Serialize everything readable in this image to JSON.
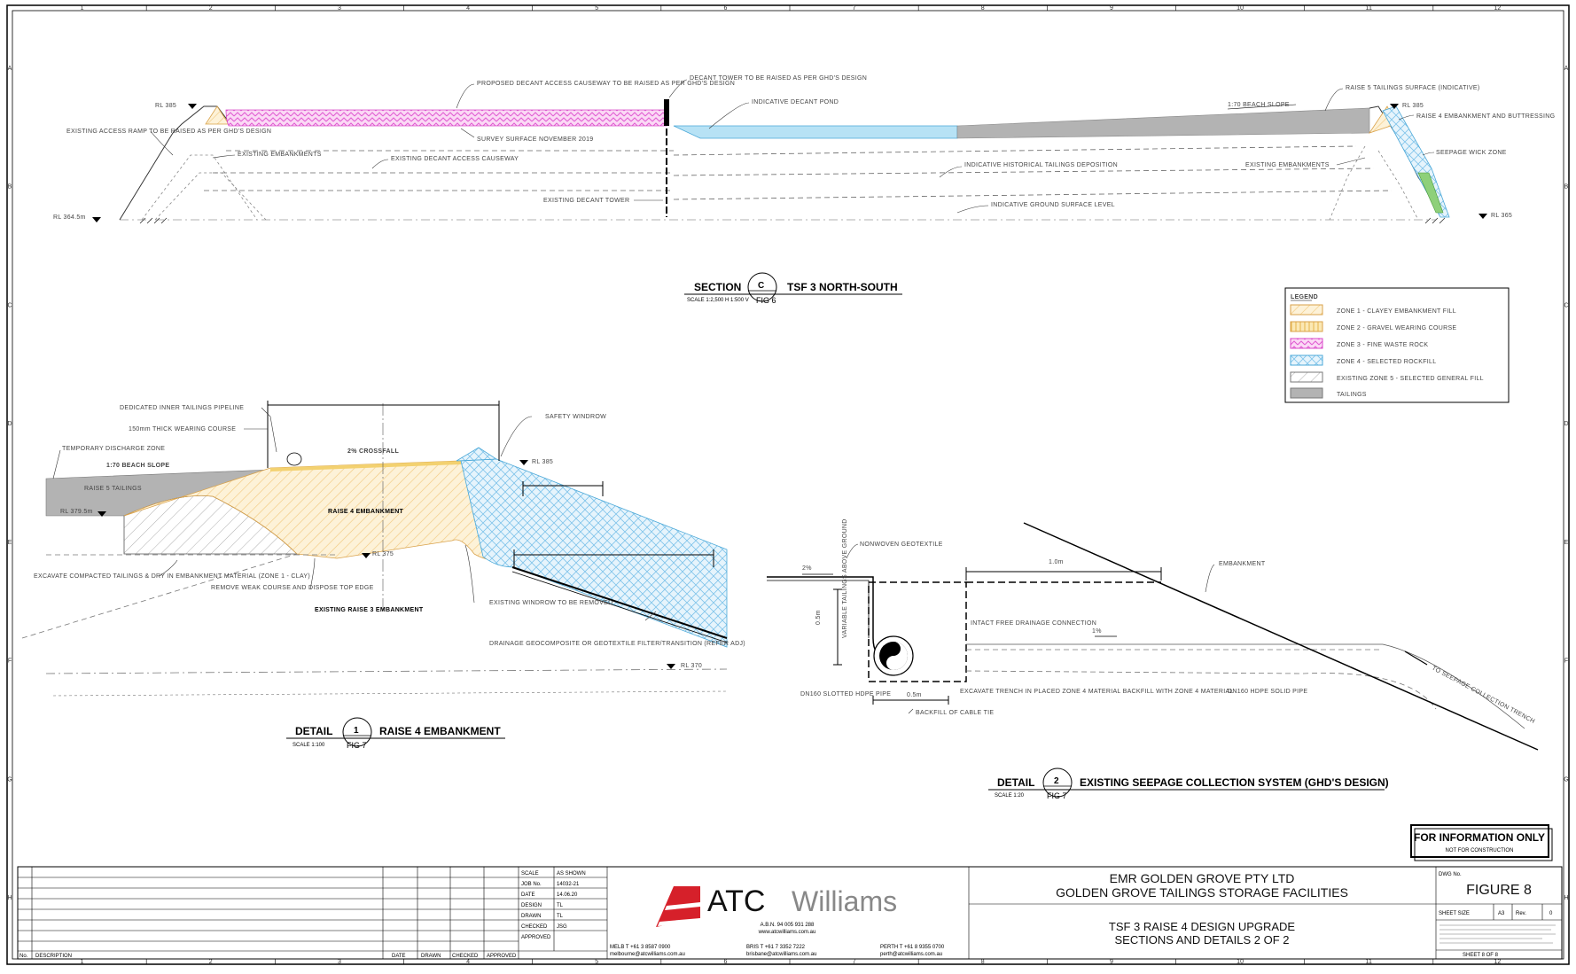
{
  "grid": {
    "cols": [
      "1",
      "2",
      "3",
      "4",
      "5",
      "6",
      "7",
      "8",
      "9",
      "10",
      "11",
      "12"
    ],
    "rows": [
      "A",
      "B",
      "C",
      "D",
      "E",
      "F",
      "G",
      "H"
    ]
  },
  "section_c": {
    "letter": "C",
    "title": "TSF 3 NORTH-SOUTH",
    "scale": "SCALE 1:2,500 H 1:500 V",
    "fig": "FIG 6",
    "rl_left_top": "RL 385",
    "rl_left_bottom": "RL 364.5m",
    "rl_right_top": "RL 385",
    "rl_right_bottom": "RL 365",
    "beach_slope": "1:70 BEACH SLOPE",
    "labels": {
      "decant_causeway": "PROPOSED DECANT ACCESS CAUSEWAY TO BE RAISED AS PER GHD'S DESIGN",
      "decant_tower": "DECANT TOWER TO BE RAISED AS PER GHD'S DESIGN",
      "decant_pond": "INDICATIVE DECANT POND",
      "access_ramp": "EXISTING ACCESS RAMP TO BE RAISED AS PER GHD'S DESIGN",
      "survey": "SURVEY SURFACE NOVEMBER 2019",
      "existing_embankment": "EXISTING EMBANKMENTS",
      "existing_causeway": "EXISTING DECANT ACCESS CAUSEWAY",
      "existing_tower": "EXISTING DECANT TOWER",
      "historical": "INDICATIVE HISTORICAL TAILINGS DEPOSITION",
      "existing_embankments_r": "EXISTING EMBANKMENTS",
      "ground": "INDICATIVE GROUND SURFACE LEVEL",
      "raise5": "RAISE 5 TAILINGS SURFACE (INDICATIVE)",
      "raise4": "RAISE 4 EMBANKMENT AND BUTTRESSING",
      "seepage": "SEEPAGE WICK ZONE"
    }
  },
  "legend": {
    "title": "LEGEND",
    "items": [
      {
        "label": "ZONE 1 - CLAYEY EMBANKMENT FILL",
        "color": "#f5d7a0"
      },
      {
        "label": "ZONE 2 - GRAVEL WEARING COURSE",
        "color": "#f3d170"
      },
      {
        "label": "ZONE 3 - FINE WASTE ROCK",
        "color": "#f07ee0"
      },
      {
        "label": "ZONE 4 - SELECTED ROCKFILL",
        "color": "#a9d8f0"
      },
      {
        "label": "EXISTING ZONE 5 - SELECTED GENERAL FILL",
        "color": "#ffffff"
      },
      {
        "label": "TAILINGS",
        "color": "#b3b3b3"
      }
    ]
  },
  "detail_1": {
    "number": "1",
    "title": "RAISE 4 EMBANKMENT",
    "scale": "SCALE 1:100",
    "fig": "FIG 7",
    "raise4_label": "RAISE 4 EMBANKMENT",
    "existing_label": "EXISTING RAISE 3 EMBANKMENT",
    "rl_top": "RL 385",
    "rl_mid": "RL 379.5m",
    "rl_low": "RL 375",
    "rl_base": "RL 370",
    "crossfall": "2% CROSSFALL",
    "beach_slope": "1:70 BEACH SLOPE",
    "labels": {
      "pipeline": "DEDICATED INNER TAILINGS PIPELINE",
      "wearing": "150mm THICK WEARING COURSE",
      "beach": "TEMPORARY DISCHARGE ZONE",
      "raise5": "RAISE 5 TAILINGS",
      "safety": "SAFETY WINDROW",
      "compacted": "EXCAVATE COMPACTED TAILINGS & DRY IN EMBANKMENT MATERIAL (ZONE 1 - CLAY)",
      "remove": "REMOVE WEAK COURSE AND DISPOSE TOP EDGE",
      "windrow": "EXISTING WINDROW TO BE REMOVED",
      "drainage": "DRAINAGE GEOCOMPOSITE OR GEOTEXTILE FILTER/TRANSITION (REFER ADJ)"
    }
  },
  "detail_2": {
    "number": "2",
    "title": "EXISTING SEEPAGE COLLECTION SYSTEM (GHD'S DESIGN)",
    "scale": "SCALE 1:20",
    "fig": "FIG 7",
    "labels": {
      "geotextile": "NONWOVEN GEOTEXTILE",
      "gradient": "2%",
      "tailings_depth": "VARIABLE TAILINGS ABOVE GROUND",
      "pipe": "DN160 SLOTTED HDPE PIPE",
      "backfill": "BACKFILL OF CABLE TIE",
      "trench": "EXCAVATE TRENCH IN PLACED ZONE 4 MATERIAL BACKFILL WITH ZONE 4 MATERIAL",
      "free_drain": "INTACT FREE DRAINAGE CONNECTION",
      "solid_pipe": "DN160 HDPE SOLID PIPE",
      "embankment": "EMBANKMENT",
      "to_trench": "TO SEEPAGE COLLECTION TRENCH",
      "slope": "1%",
      "dim_top": "1.0m",
      "dim_bot": "0.5m",
      "dim_h": "0.5m"
    }
  },
  "stamp": {
    "main": "FOR INFORMATION ONLY",
    "sub": "NOT FOR CONSTRUCTION"
  },
  "title_block": {
    "rev_headers": {
      "no": "No.",
      "desc": "DESCRIPTION",
      "date": "DATE",
      "drawn": "DRAWN",
      "checked": "CHECKED",
      "approved": "APPROVED"
    },
    "meta": [
      {
        "key": "SCALE",
        "value": "AS SHOWN"
      },
      {
        "key": "JOB No.",
        "value": "14032-21"
      },
      {
        "key": "DATE",
        "value": "14.06.20"
      },
      {
        "key": "DESIGN",
        "value": "TL"
      },
      {
        "key": "DRAWN",
        "value": "TL"
      },
      {
        "key": "CHECKED",
        "value": "JSG"
      },
      {
        "key": "APPROVED",
        "value": ""
      }
    ],
    "company": "ATC",
    "company2": "Williams",
    "abn": "A.B.N. 94 005 931 288",
    "web": "www.atcwilliams.com.au",
    "offices": [
      {
        "line1": "MELB T +61 3 8587 0900",
        "line2": "melbourne@atcwilliams.com.au"
      },
      {
        "line1": "BRIS T +61 7 3352 7222",
        "line2": "brisbane@atcwilliams.com.au"
      },
      {
        "line1": "PERTH T +61 8 9355 0700",
        "line2": "perth@atcwilliams.com.au"
      }
    ],
    "client": "EMR GOLDEN GROVE PTY LTD",
    "project": "GOLDEN GROVE TAILINGS STORAGE FACILITIES",
    "drawing_title1": "TSF 3 RAISE 4 DESIGN UPGRADE",
    "drawing_title2": "SECTIONS AND DETAILS 2 OF 2",
    "dwg_label": "DWG No.",
    "figure": "FIGURE 8",
    "sheet_size_label": "SHEET SIZE",
    "sheet_size": "A3",
    "rev_label": "Rev.",
    "rev": "0",
    "sheet": "SHEET 8 OF 8"
  }
}
